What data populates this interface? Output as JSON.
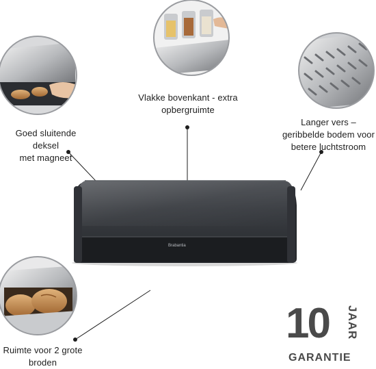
{
  "product": {
    "brand_text": "Brabantia",
    "body_color": "#2f3236",
    "accent_color": "#1a1c1f"
  },
  "features": {
    "top": {
      "line1": "Vlakke bovenkant - extra",
      "line2": "opbergruimte"
    },
    "left": {
      "line1": "Goed sluitende deksel",
      "line2": "met magneet"
    },
    "right": {
      "line1": "Langer vers –",
      "line2": "geribbelde bodem voor",
      "line3": "betere luchtstroom"
    },
    "bottom": {
      "line1": "Ruimte voor 2 grote",
      "line2": "broden"
    }
  },
  "warranty": {
    "number": "10",
    "unit": "JAAR",
    "label": "GARANTIE"
  },
  "icons": {
    "dot": "pointer-dot-icon",
    "warranty": "warranty-badge-icon"
  }
}
